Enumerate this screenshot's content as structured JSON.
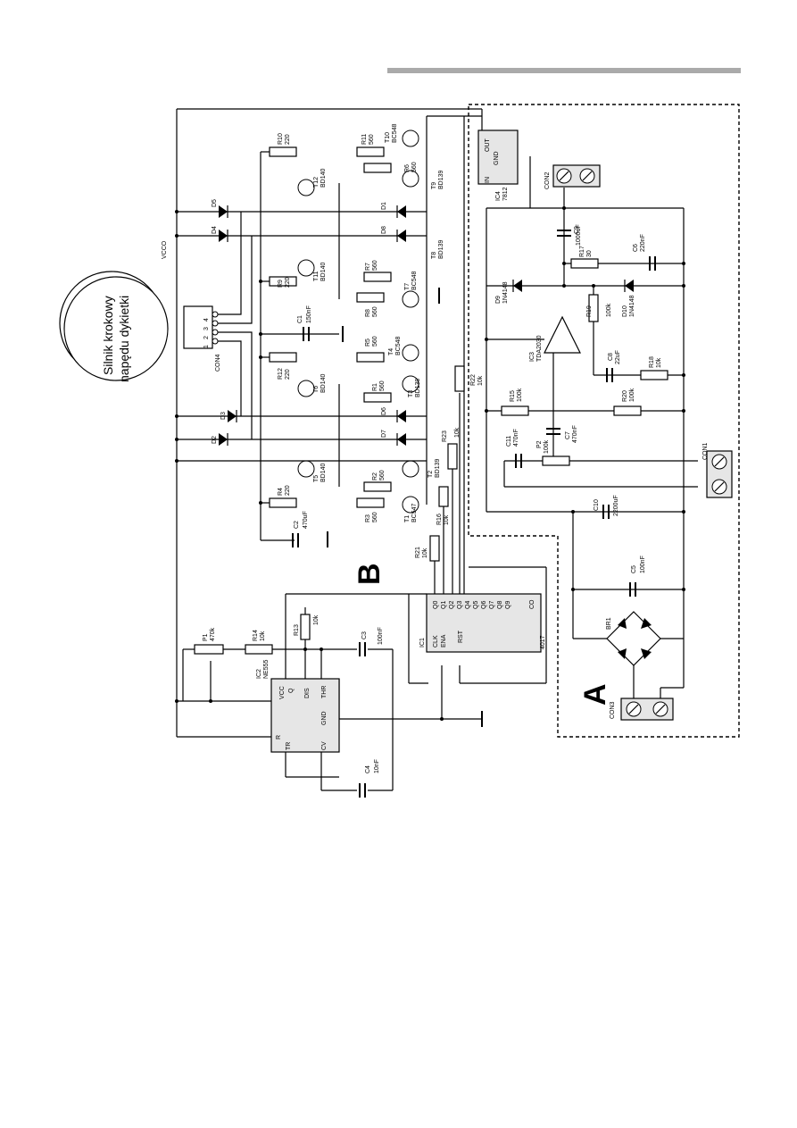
{
  "header_bar_color": "#aaaaaa",
  "section_a": "A",
  "section_b": "B",
  "motor": {
    "line1": "Silnik krokowy",
    "line2": "napędu dykietki"
  },
  "vcco": "VCCO",
  "components": {
    "ic1": {
      "ref": "IC1",
      "type": "4017",
      "pins_top": [
        "Q0",
        "Q1",
        "Q2",
        "Q3",
        "Q4",
        "Q5",
        "Q6",
        "Q7",
        "Q8",
        "Q9",
        "CO"
      ],
      "clk": "CLK",
      "ena": "ENA",
      "rst": "RST"
    },
    "ic2": {
      "ref": "IC2",
      "type": "NE555",
      "dis": "DIS",
      "thr": "THR",
      "tr": "TR",
      "cv": "CV",
      "r": "R",
      "gnd": "GND",
      "vcc": "VCC",
      "q": "Q"
    },
    "ic3": {
      "ref": "IC3",
      "type": "TDA2030"
    },
    "ic4": {
      "ref": "IC4",
      "type": "7812",
      "in": "IN",
      "out": "OUT",
      "gnd": "GND"
    },
    "con1": "CON1",
    "con2": "CON2",
    "con3": "CON3",
    "con4": "CON4",
    "br1": "BR1",
    "con4_pins": [
      "1",
      "2",
      "3",
      "4"
    ],
    "transistors": [
      {
        "ref": "T1",
        "type": "BC547"
      },
      {
        "ref": "T2",
        "type": "BD139"
      },
      {
        "ref": "T3",
        "type": "BD139"
      },
      {
        "ref": "T4",
        "type": "BC548"
      },
      {
        "ref": "T5",
        "type": "BD140"
      },
      {
        "ref": "T6",
        "type": "BD140"
      },
      {
        "ref": "T7",
        "type": "BC548"
      },
      {
        "ref": "T8",
        "type": "BD139"
      },
      {
        "ref": "T9",
        "type": "BD139"
      },
      {
        "ref": "T10",
        "type": "BC548"
      },
      {
        "ref": "T11",
        "type": "BD140"
      },
      {
        "ref": "T12",
        "type": "BD140"
      }
    ],
    "resistors": [
      {
        "ref": "R1",
        "val": "560"
      },
      {
        "ref": "R2",
        "val": "560"
      },
      {
        "ref": "R3",
        "val": "560"
      },
      {
        "ref": "R4",
        "val": "220"
      },
      {
        "ref": "R5",
        "val": "560"
      },
      {
        "ref": "R6",
        "val": "560"
      },
      {
        "ref": "R7",
        "val": "560"
      },
      {
        "ref": "R8",
        "val": "560"
      },
      {
        "ref": "R9",
        "val": "220"
      },
      {
        "ref": "R10",
        "val": "220"
      },
      {
        "ref": "R11",
        "val": "560"
      },
      {
        "ref": "R12",
        "val": "220"
      },
      {
        "ref": "R13",
        "val": "10k"
      },
      {
        "ref": "R14",
        "val": "10k"
      },
      {
        "ref": "R15",
        "val": "100k"
      },
      {
        "ref": "R16",
        "val": "10k"
      },
      {
        "ref": "R17",
        "val": "30"
      },
      {
        "ref": "R18",
        "val": "10k"
      },
      {
        "ref": "R19",
        "val": "100k"
      },
      {
        "ref": "R20",
        "val": "100k"
      },
      {
        "ref": "R21",
        "val": "10k"
      },
      {
        "ref": "R22",
        "val": "10k"
      },
      {
        "ref": "R23",
        "val": "10k"
      },
      {
        "ref": "P1",
        "val": "470k"
      },
      {
        "ref": "P2",
        "val": "100k"
      }
    ],
    "capacitors": [
      {
        "ref": "C1",
        "val": "150nF"
      },
      {
        "ref": "C2",
        "val": "470uF"
      },
      {
        "ref": "C3",
        "val": "100nF"
      },
      {
        "ref": "C4",
        "val": "10nF"
      },
      {
        "ref": "C5",
        "val": "100nF"
      },
      {
        "ref": "C6",
        "val": "220nF"
      },
      {
        "ref": "C7",
        "val": "470nF"
      },
      {
        "ref": "C8",
        "val": "22uF"
      },
      {
        "ref": "C9",
        "val": "1000uF"
      },
      {
        "ref": "C10",
        "val": "2200uF"
      },
      {
        "ref": "C11",
        "val": "470nF"
      }
    ],
    "diodes": [
      {
        "ref": "D1"
      },
      {
        "ref": "D2"
      },
      {
        "ref": "D3"
      },
      {
        "ref": "D4"
      },
      {
        "ref": "D5"
      },
      {
        "ref": "D6"
      },
      {
        "ref": "D7"
      },
      {
        "ref": "D8"
      },
      {
        "ref": "D9",
        "type": "1N4148"
      },
      {
        "ref": "D10",
        "type": "1N4148"
      }
    ]
  }
}
